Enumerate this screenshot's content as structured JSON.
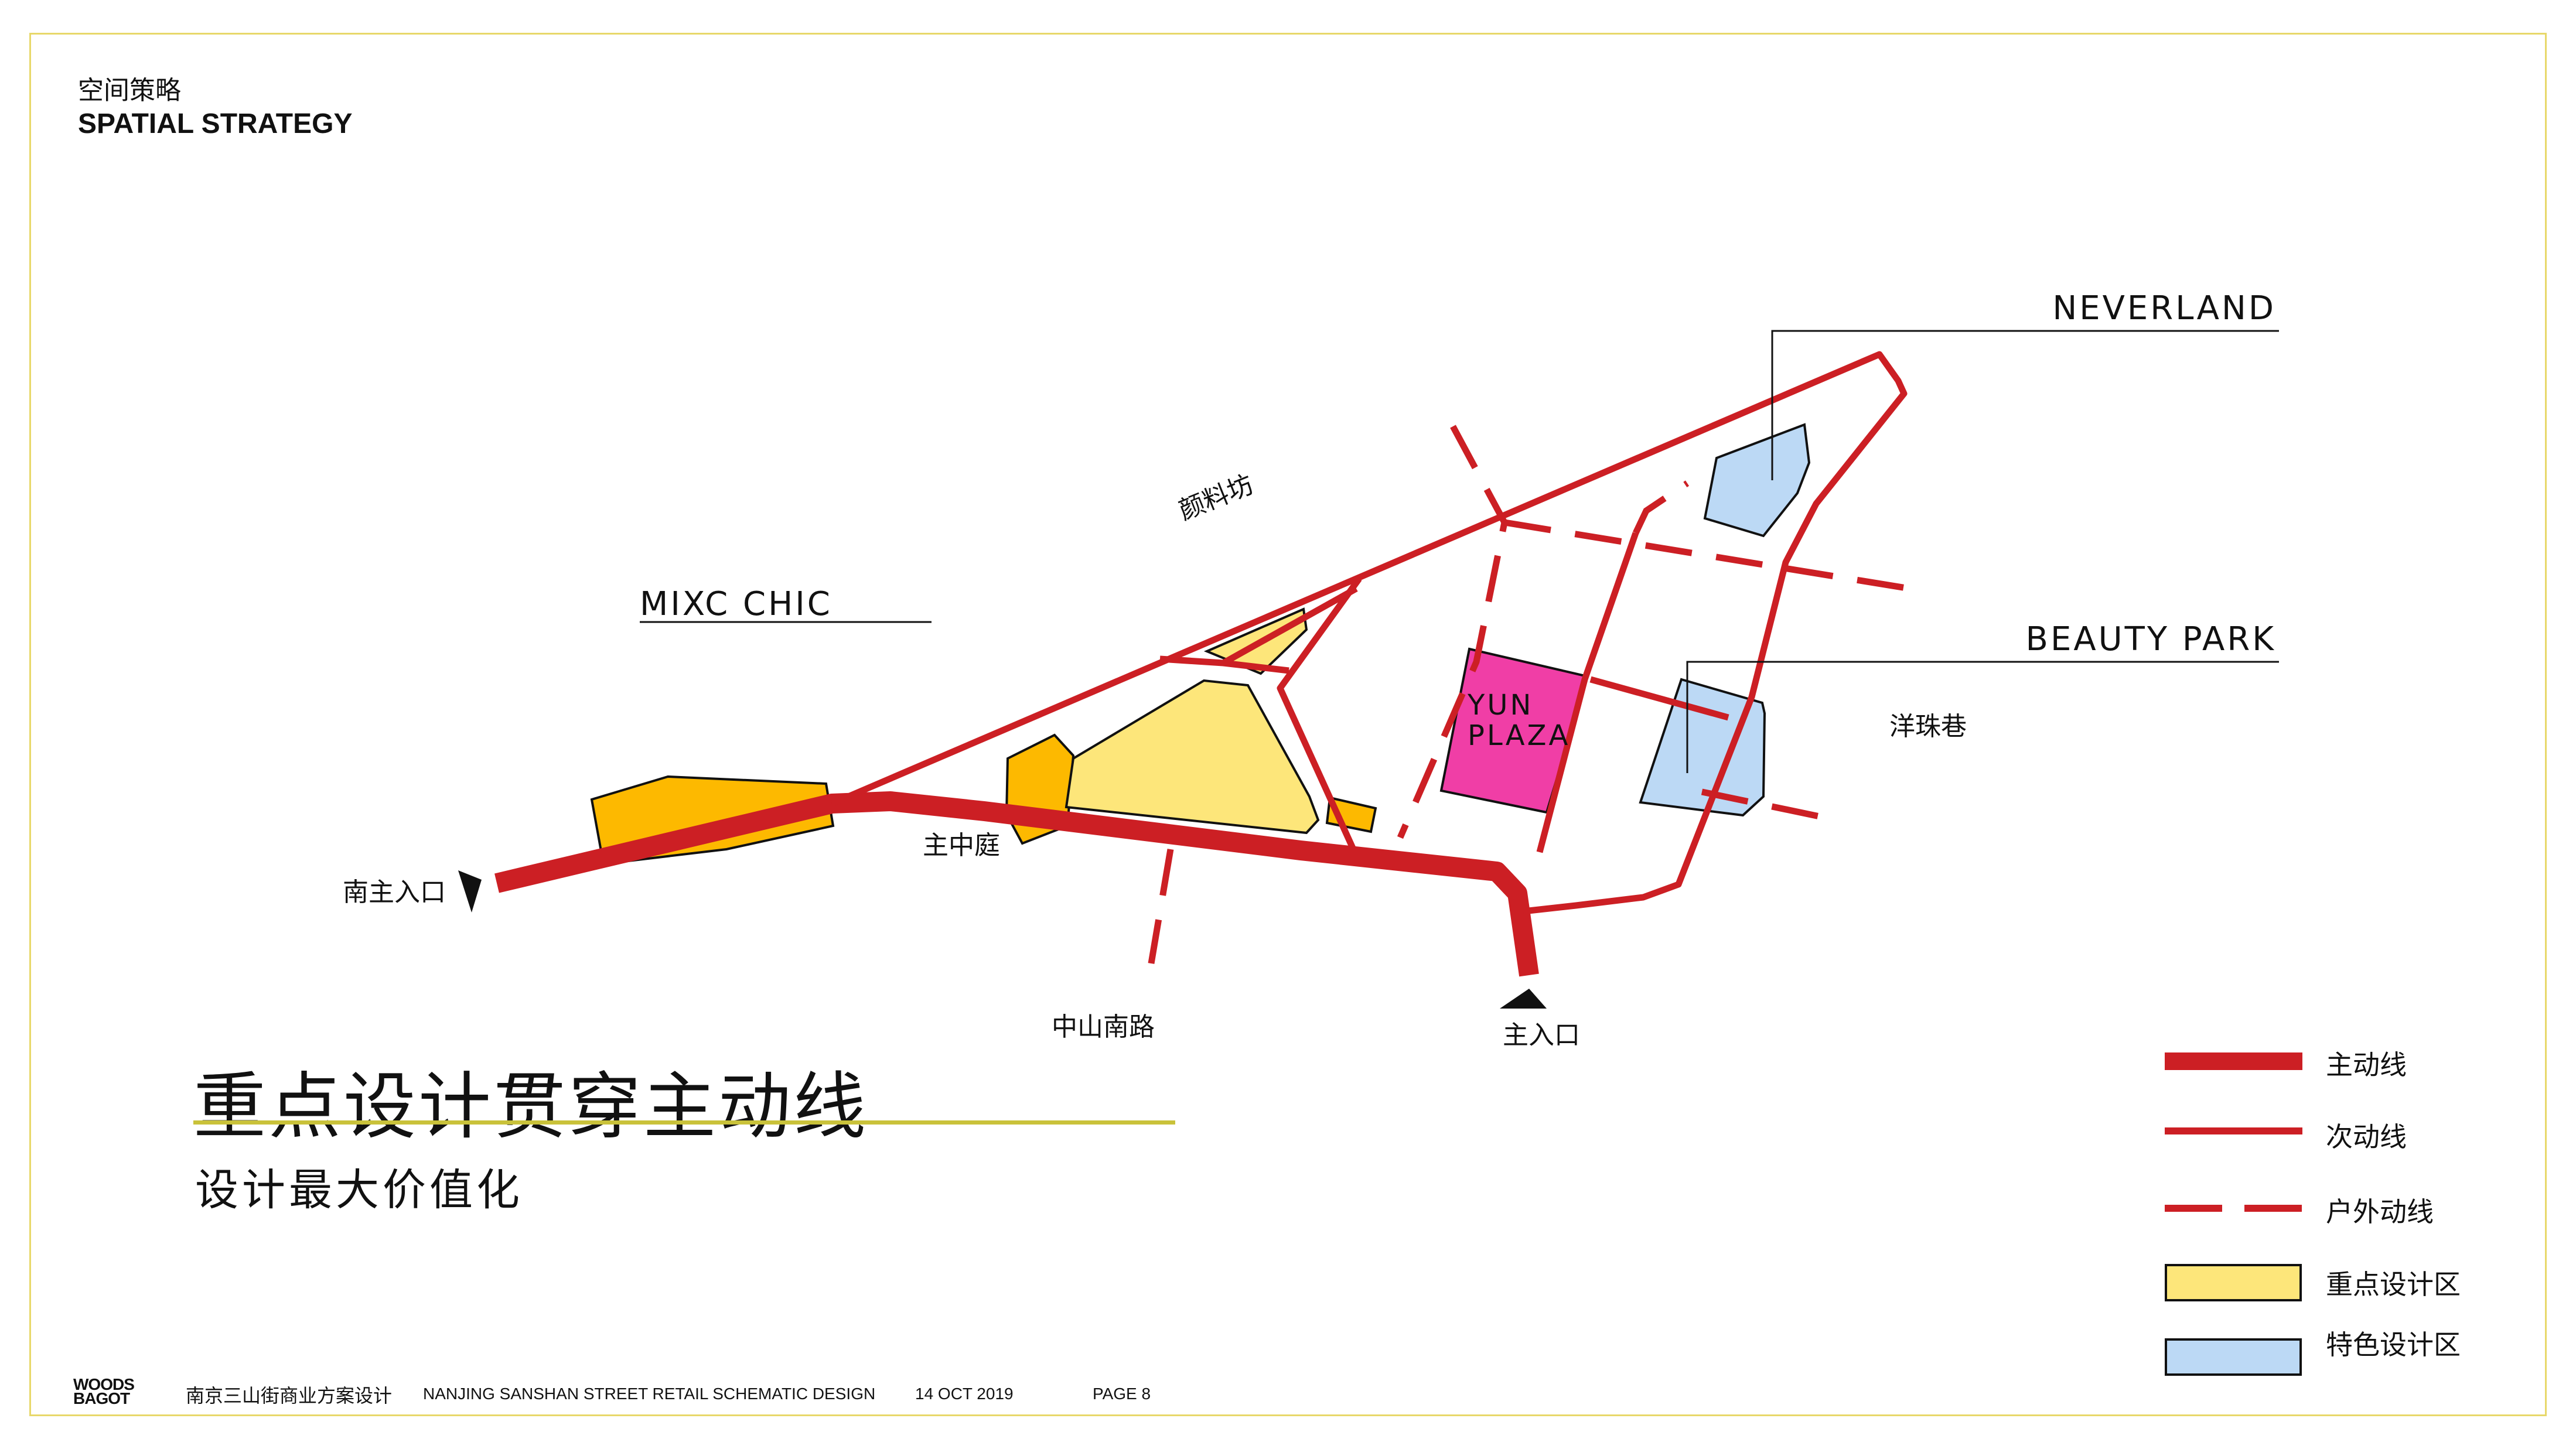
{
  "header": {
    "title_cn": "空间策略",
    "title_en": "SPATIAL STRATEGY"
  },
  "map_labels": {
    "neverland": "NEVERLAND",
    "beauty_park": "BEAUTY PARK",
    "mixc_chic": "MIXC CHIC",
    "yun": "YUN",
    "plaza": "PLAZA",
    "yanliaofang": "颜料坊",
    "yangzhuxiang": "洋珠巷",
    "south_entrance": "南主入口",
    "main_court": "主中庭",
    "zhongshan_road": "中山南路",
    "main_entrance": "主入口"
  },
  "main": {
    "title": "重点设计贯穿主动线",
    "subtitle": "设计最大价值化"
  },
  "legend": {
    "primary": "主动线",
    "secondary": "次动线",
    "outdoor": "户外动线",
    "key_zone": "重点设计区",
    "feature_zone": "特色设计区"
  },
  "footer": {
    "logo_line1": "WOODS",
    "logo_line2": "BAGOT",
    "project_cn": "南京三山街商业方案设计",
    "project_en": "NANJING SANSHAN STREET RETAIL SCHEMATIC DESIGN",
    "date": "14 OCT 2019",
    "page": "PAGE 8"
  },
  "colors": {
    "route_red": "#cc1f24",
    "key_zone_yellow": "#fde67a",
    "orange_zone": "#fdb900",
    "feature_blue": "#bcd9f5",
    "yun_plaza_pink": "#f03ea6",
    "frame_border": "#e8d86a",
    "title_underline": "#c9c23a"
  }
}
